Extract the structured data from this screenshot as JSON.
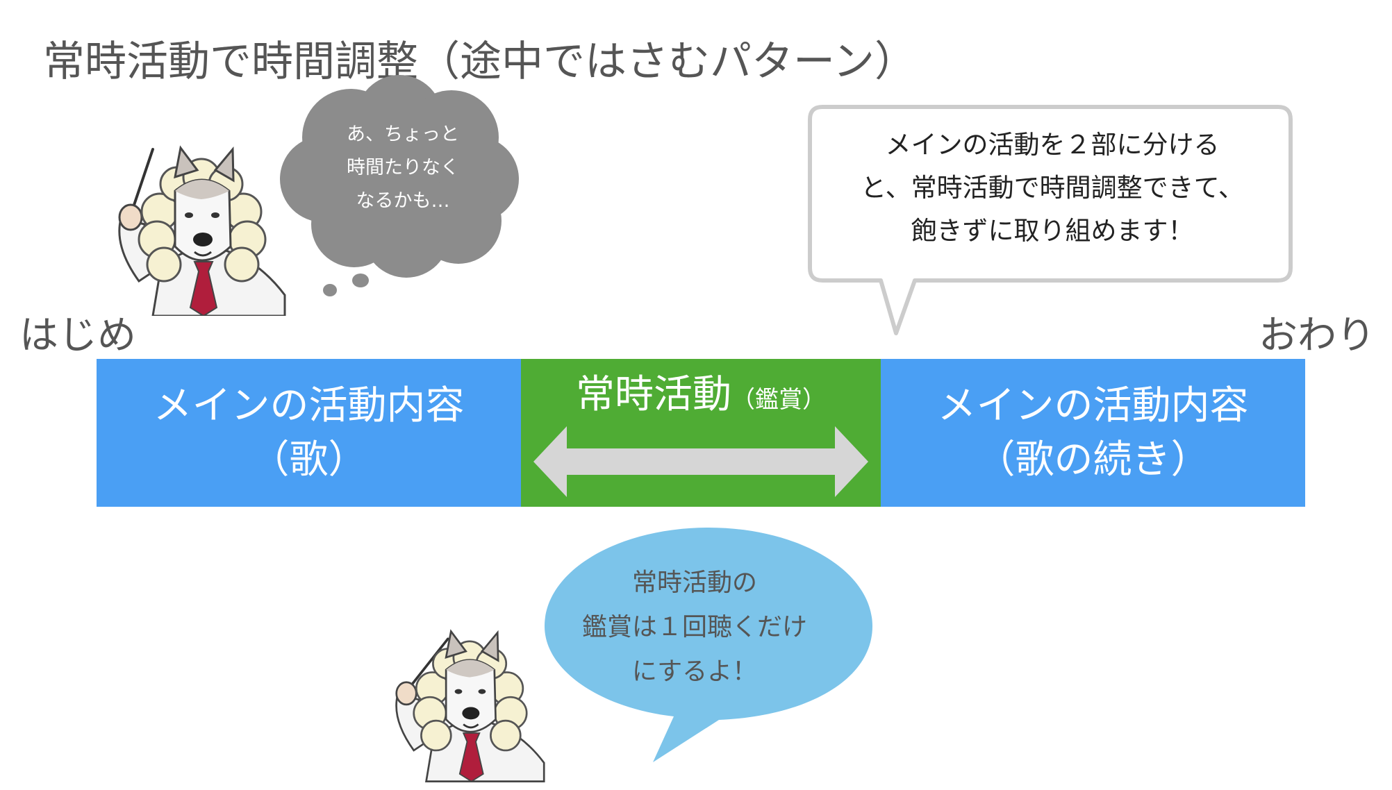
{
  "title": "常時活動で時間調整（途中ではさむパターン）",
  "timeline": {
    "start_label": "はじめ",
    "end_label": "おわり",
    "segments": [
      {
        "line1": "メインの活動内容",
        "line2": "（歌）",
        "color": "#4a9ff4"
      },
      {
        "label": "常時活動",
        "sublabel": "（鑑賞）",
        "color": "#4fac34"
      },
      {
        "line1": "メインの活動内容",
        "line2": "（歌の続き）",
        "color": "#4a9ff4"
      }
    ]
  },
  "thought_bubble": {
    "lines": [
      "あ、ちょっと",
      "時間たりなく",
      "なるかも…"
    ],
    "color": "#8c8c8c"
  },
  "speech_bubble": {
    "lines": [
      "メインの活動を２部に分ける",
      "と、常時活動で時間調整できて、",
      "飽きずに取り組めます！"
    ],
    "border_color": "#cccccc"
  },
  "blue_bubble": {
    "lines": [
      "常時活動の",
      "鑑賞は１回聴くだけ",
      "にするよ！"
    ],
    "color": "#7cc4ea"
  },
  "colors": {
    "arrow": "#d6d6d6",
    "tie": "#b01e3c"
  }
}
